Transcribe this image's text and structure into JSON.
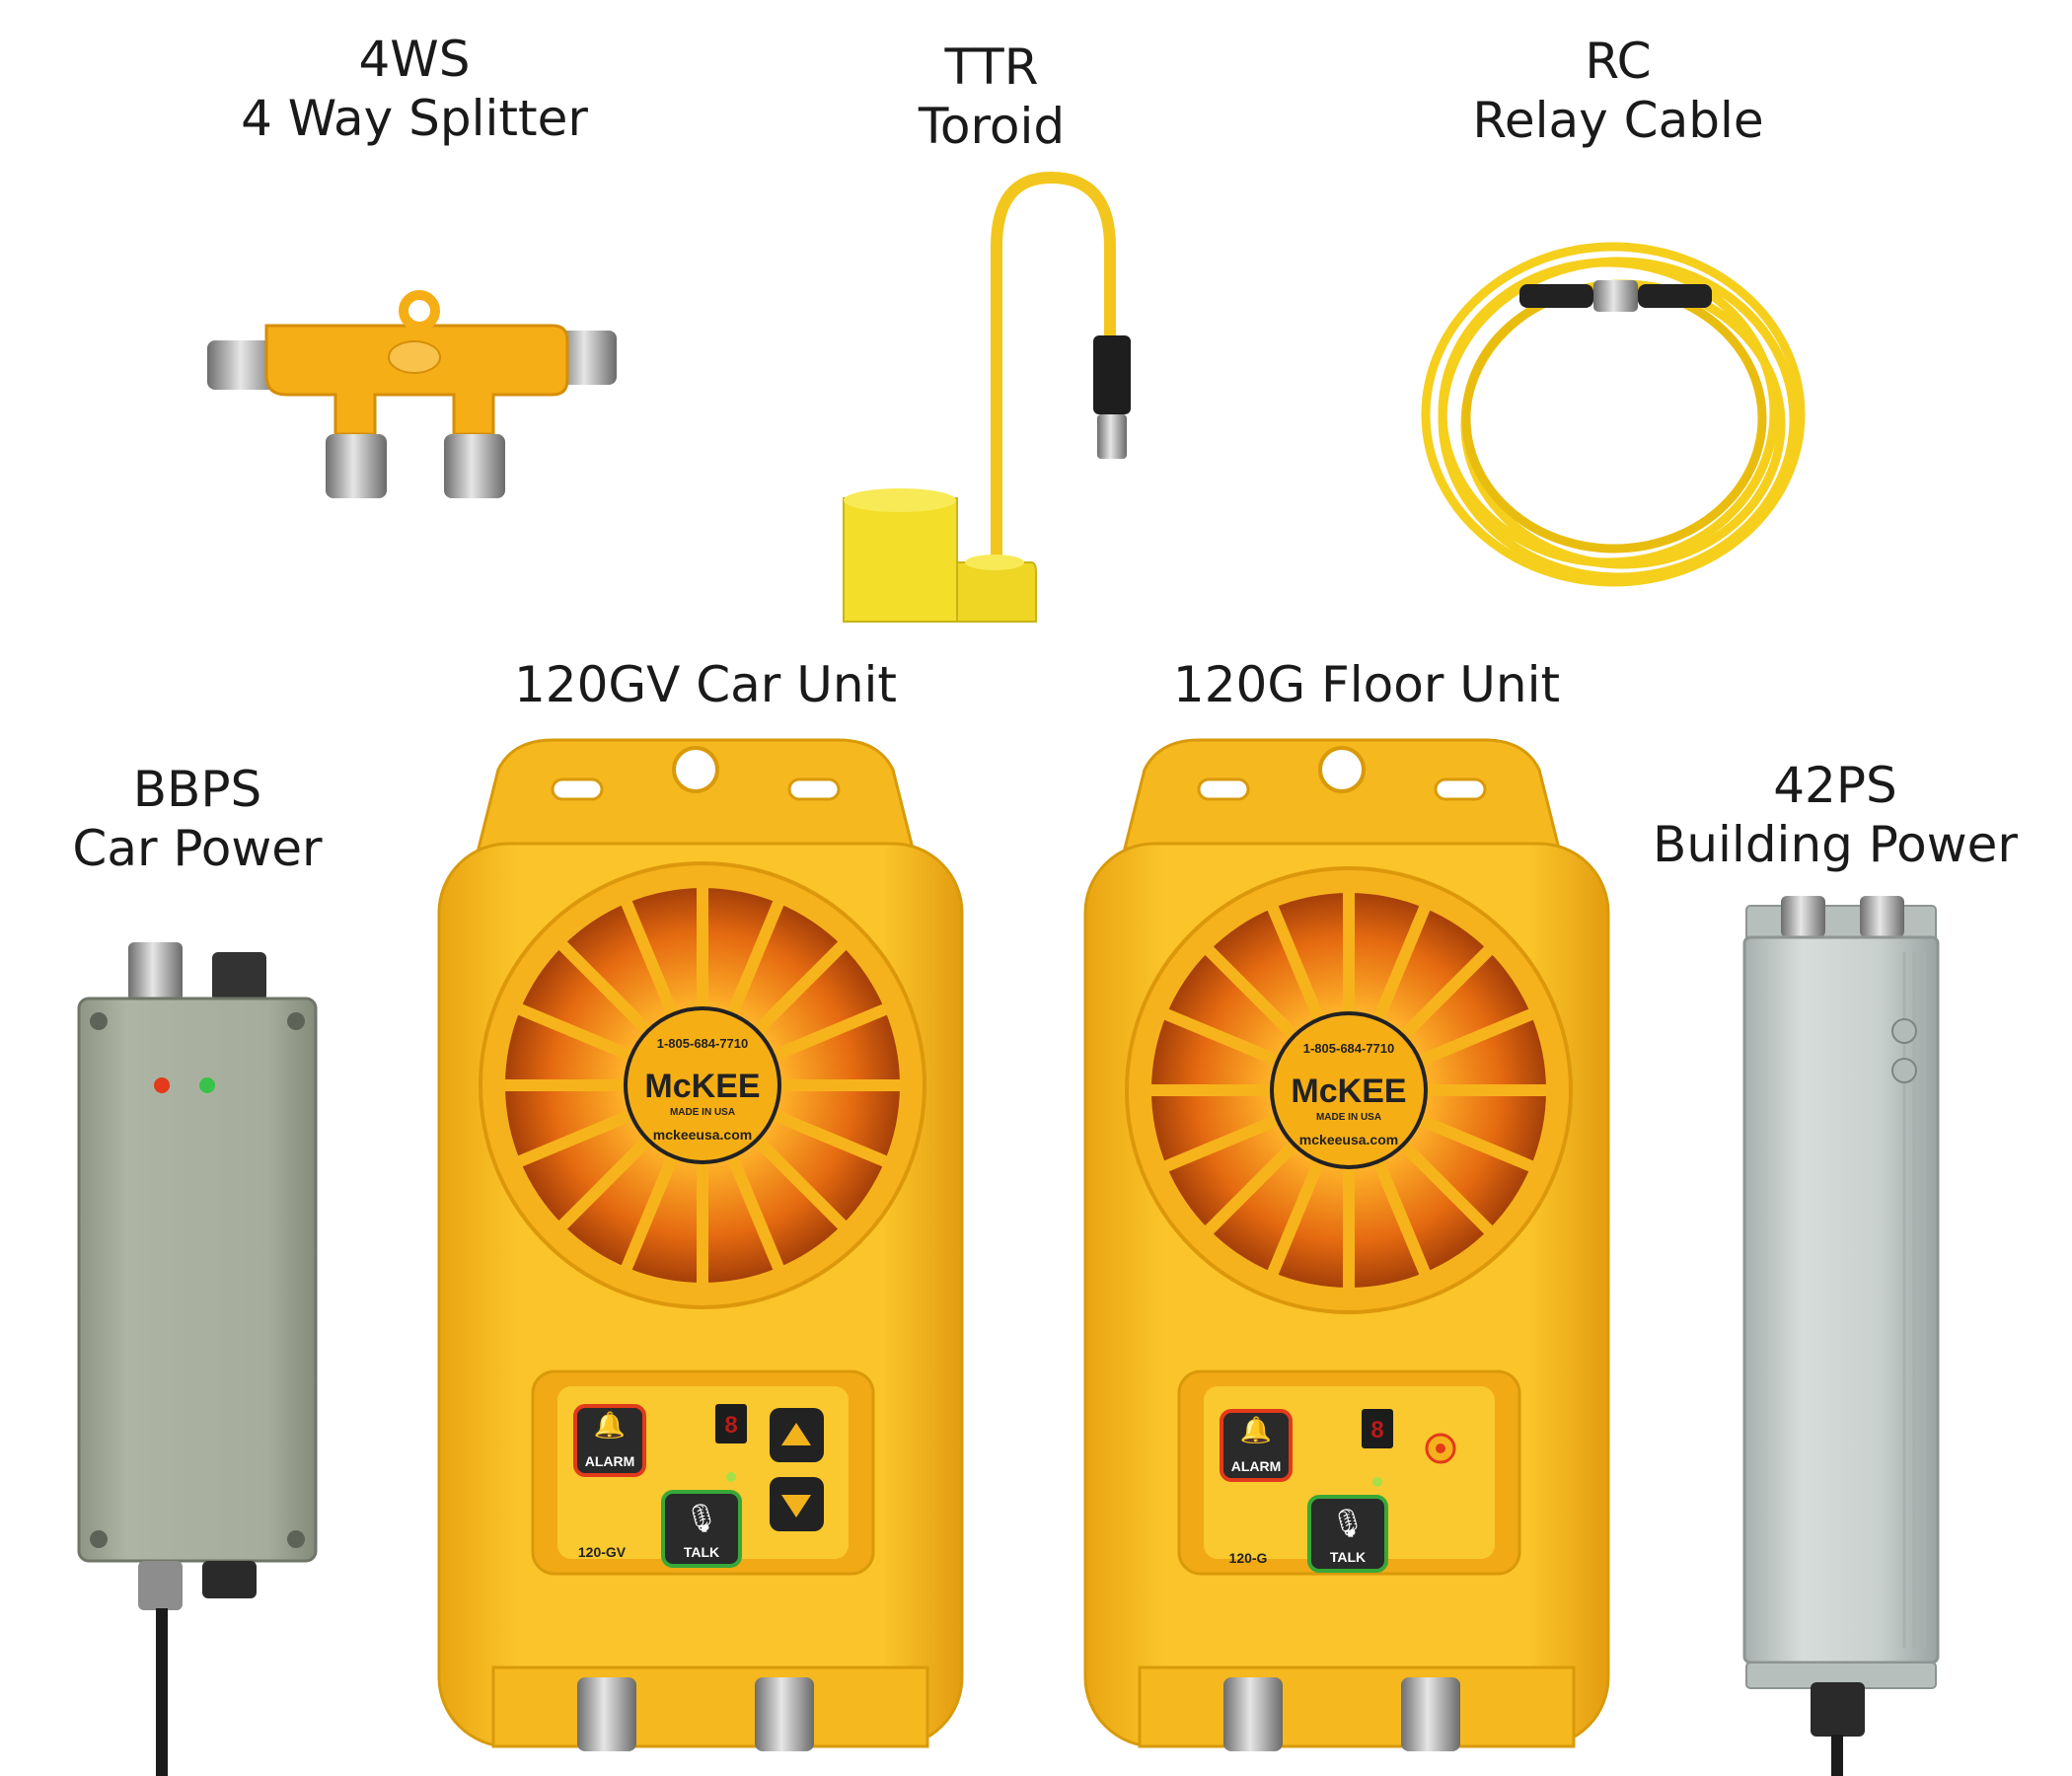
{
  "products": [
    {
      "code": "4WS",
      "name": "4 Way Splitter"
    },
    {
      "code": "TTR",
      "name": "Toroid"
    },
    {
      "code": "RC",
      "name": "Relay Cable"
    },
    {
      "code": "BBPS",
      "name": "Car Power"
    },
    {
      "name": "120GV Car Unit"
    },
    {
      "name": "120G Floor Unit"
    },
    {
      "code": "42PS",
      "name": "Building Power"
    }
  ],
  "device_markings": {
    "phone": "1-805-684-7710",
    "brand": "McKEE",
    "made_in": "MADE IN USA",
    "website": "mckeeusa.com",
    "alarm_label": "ALARM",
    "talk_label": "TALK",
    "car_unit_model": "120-GV",
    "floor_unit_model": "120-G"
  },
  "colors": {
    "housing_yellow": "#f7b81d",
    "speaker_orange": "#f08a1a",
    "cable_yellow": "#f5cf1c",
    "power_box_grey": "#a7ad9c",
    "building_power_silver": "#c9d1cf",
    "led_red": "#e23a1a",
    "led_green": "#38c24a"
  }
}
